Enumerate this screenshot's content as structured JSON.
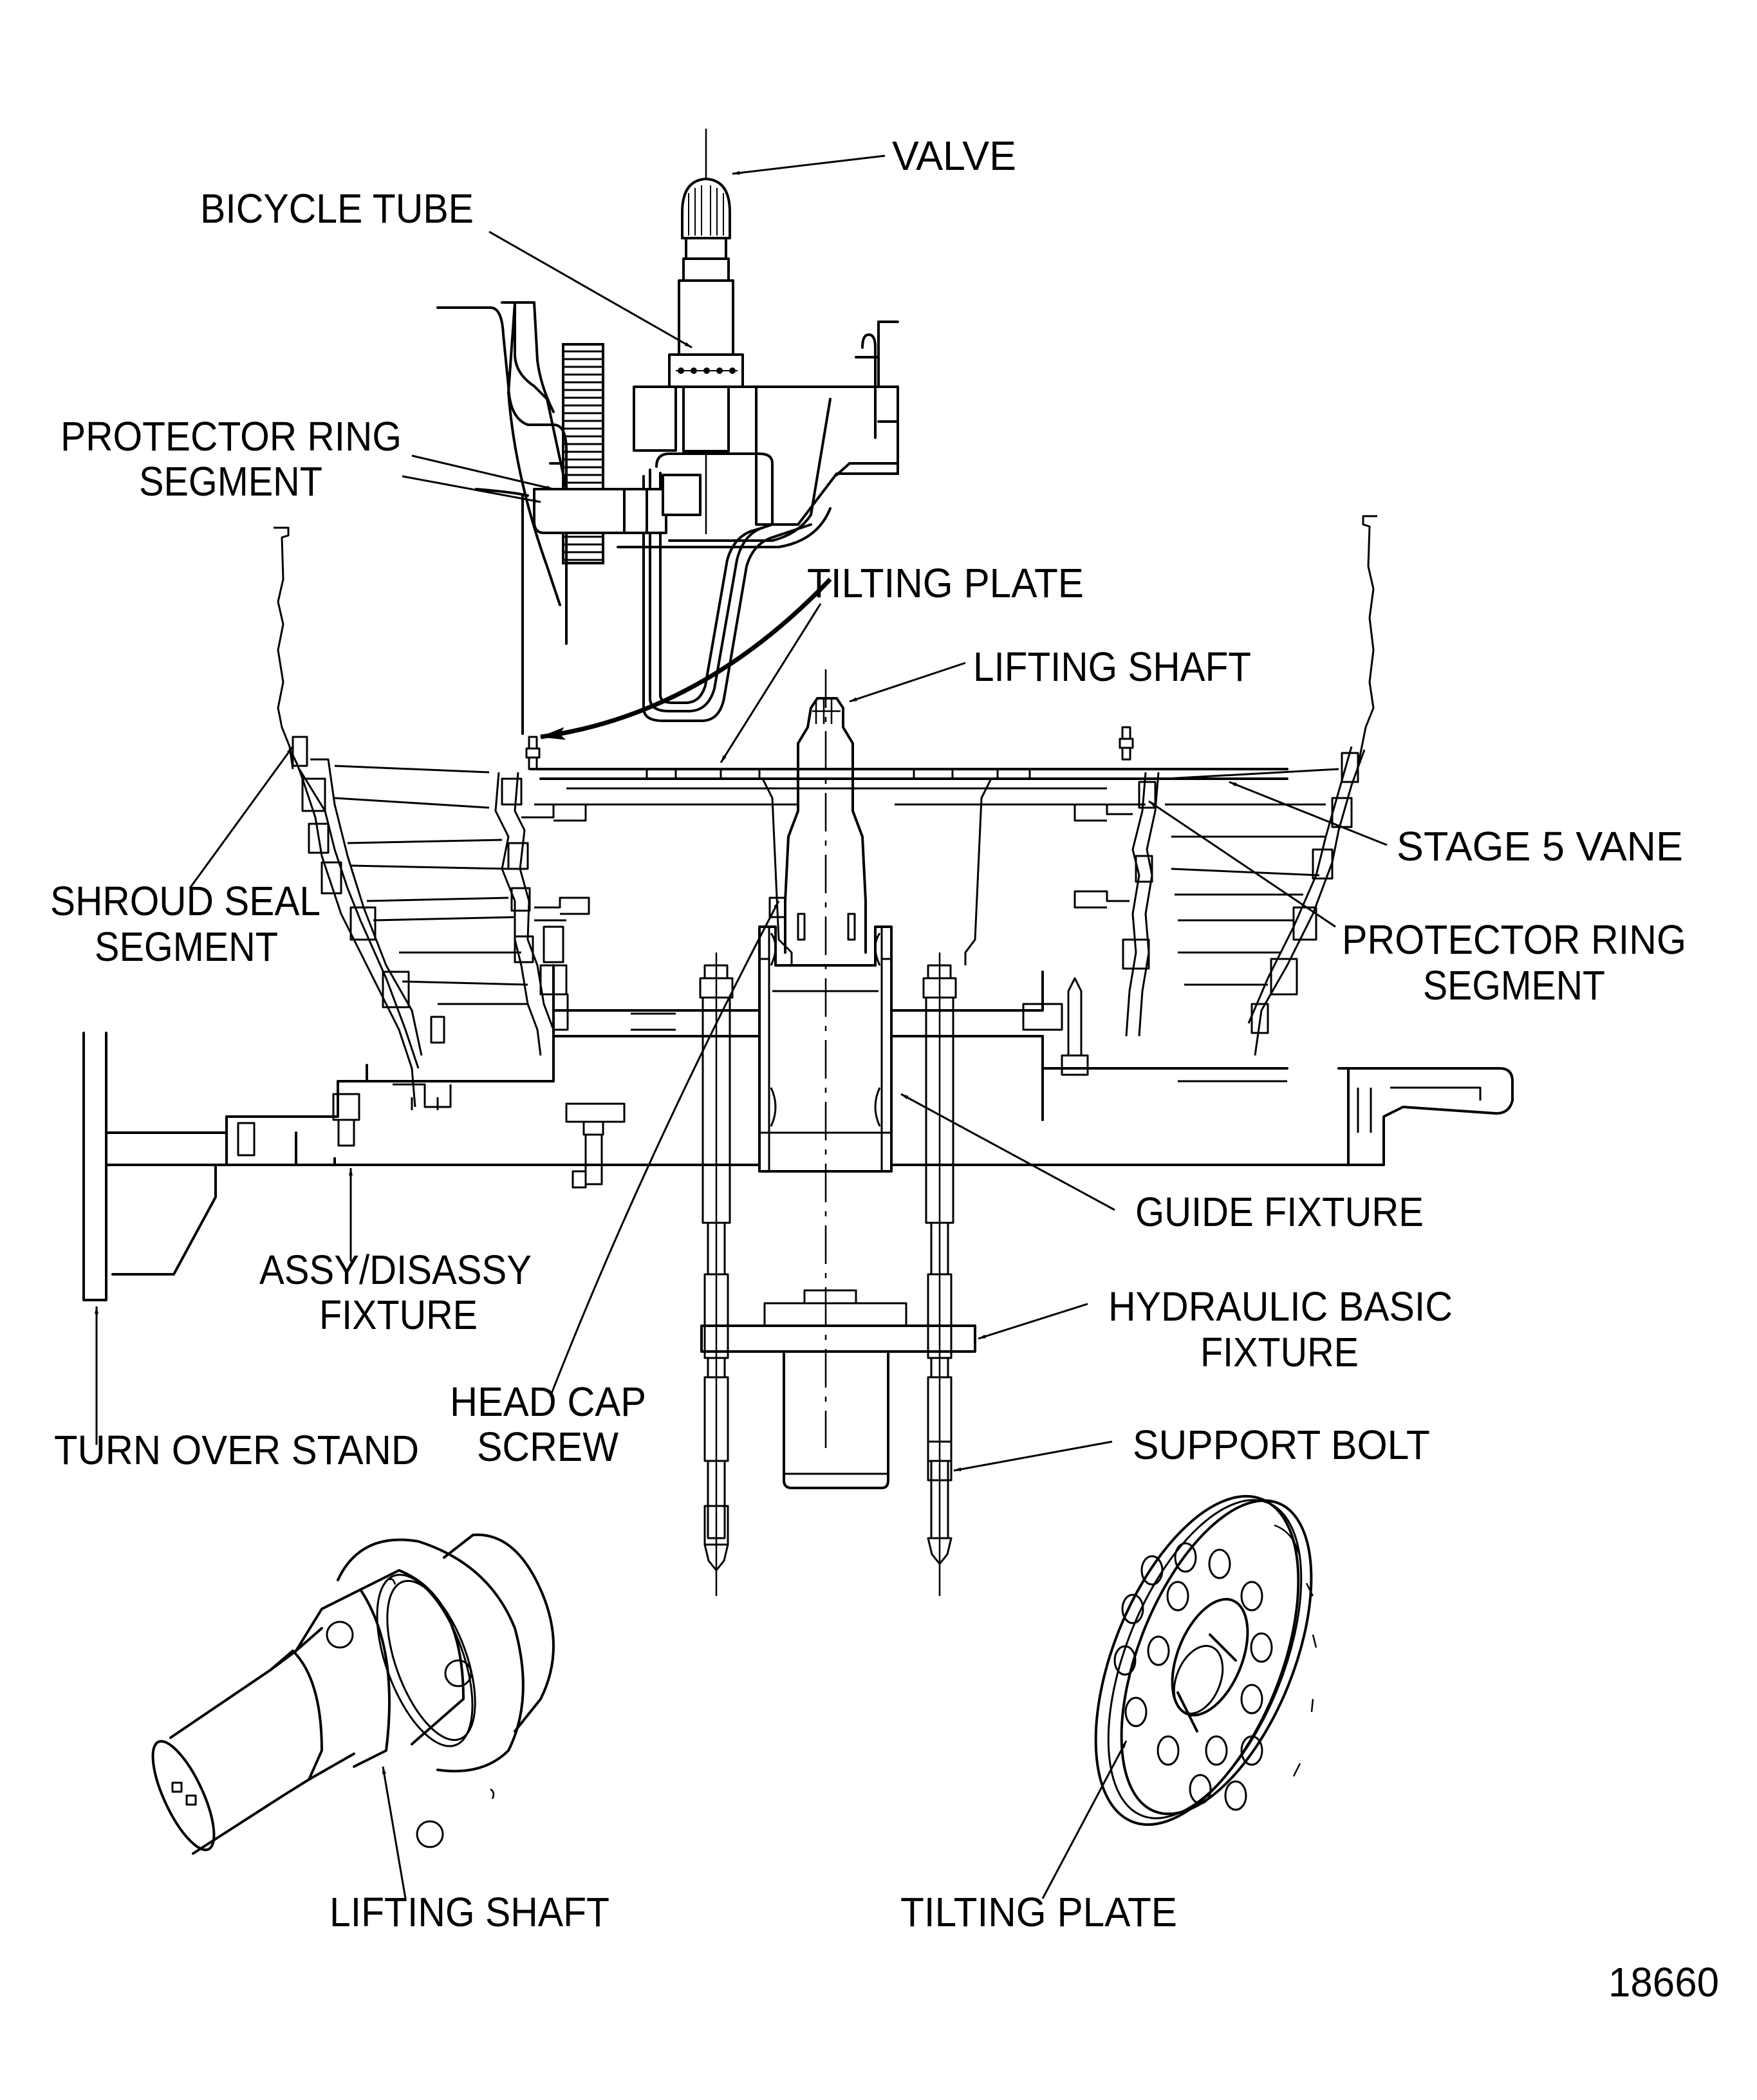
{
  "figure_number": "18660",
  "labels": {
    "valve": "VALVE",
    "bicycle_tube": "BICYCLE TUBE",
    "protector_ring_left_l1": "PROTECTOR RING",
    "protector_ring_left_l2": "SEGMENT",
    "tilting_plate_top": "TILTING PLATE",
    "lifting_shaft_top": "LIFTING SHAFT",
    "stage5_vane": "STAGE 5 VANE",
    "shroud_seal_l1": "SHROUD SEAL",
    "shroud_seal_l2": "SEGMENT",
    "protector_ring_right_l1": "PROTECTOR RING",
    "protector_ring_right_l2": "SEGMENT",
    "guide_fixture": "GUIDE FIXTURE",
    "assy_disassy_l1": "ASSY/DISASSY",
    "assy_disassy_l2": "FIXTURE",
    "hydraulic_basic_l1": "HYDRAULIC BASIC",
    "hydraulic_basic_l2": "FIXTURE",
    "head_cap_l1": "HEAD CAP",
    "head_cap_l2": "SCREW",
    "turn_over_stand": "TURN OVER STAND",
    "support_bolt": "SUPPORT BOLT",
    "lifting_shaft_bottom": "LIFTING SHAFT",
    "tilting_plate_bottom": "TILTING PLATE"
  }
}
